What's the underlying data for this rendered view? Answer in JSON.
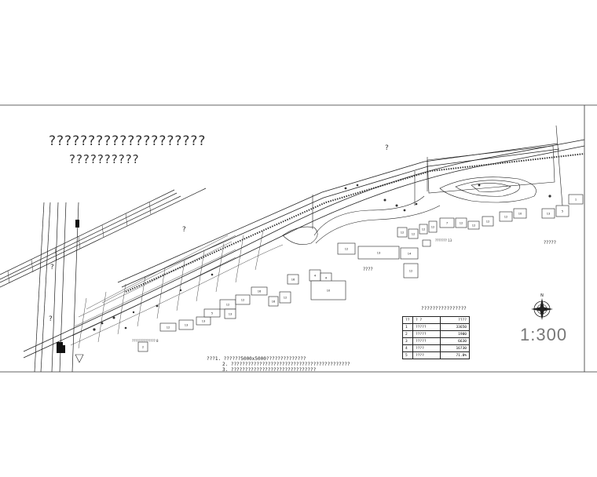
{
  "title_line1": "????????????????????",
  "title_line2": "??????????",
  "scale": "1:300",
  "notes": [
    "???1. ??????5000x5000??????????????",
    "2. ??????????????????????????????????????????",
    "3. ??????????????????????????????"
  ],
  "table": {
    "title": "????????????????",
    "header": [
      "??",
      "?  ?",
      "????"
    ],
    "rows": [
      [
        "1",
        "?????",
        "33650"
      ],
      [
        "2",
        "?????",
        "1900"
      ],
      [
        "3",
        "?????",
        "6630"
      ],
      [
        "4",
        "????",
        "16730"
      ],
      [
        "5",
        "????",
        "71.0%"
      ]
    ]
  },
  "map_labels": {
    "q1": "?",
    "q2": "?",
    "q3": "?",
    "q4": "?",
    "q5": "????",
    "q6": "?????",
    "q7": "??????? 13",
    "q8": "?????????????? 8"
  },
  "building_numbers": [
    "12",
    "13",
    "13",
    "5",
    "12",
    "12",
    "16",
    "16",
    "12",
    "13",
    "16",
    "4",
    "4",
    "10",
    "12",
    "13",
    "14",
    "12",
    "12",
    "12",
    "12",
    "12",
    "7",
    "12",
    "12",
    "12",
    "12",
    "10",
    "13",
    "5",
    "1",
    "2"
  ]
}
